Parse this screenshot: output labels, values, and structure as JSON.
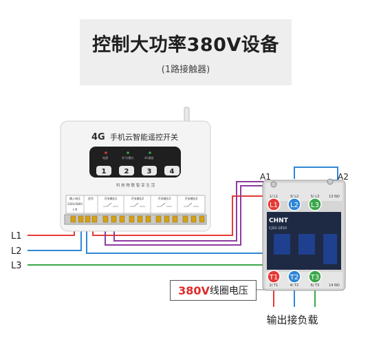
{
  "header": {
    "title": "控制大功率380V设备",
    "subtitle": "(1路接触器)"
  },
  "controller": {
    "brand": "4G",
    "title": "手机云智能遥控开关",
    "indicator_labels": [
      "电源",
      "学习/模式",
      "4G通信"
    ],
    "keys": [
      "1",
      "2",
      "3",
      "4"
    ],
    "footer": "科 技 物 联   智 享 生 活",
    "terminal_labels": [
      "输入电压",
      "信号",
      "开关输出1",
      "开关输出2",
      "开关输出3",
      "开关输出4"
    ],
    "voltage_mark": "220V/380V",
    "ln_mark": "L    N"
  },
  "contactor": {
    "coil_labels": [
      "A1",
      "A2"
    ],
    "brand": "CHNT",
    "model": "CJX2-1810",
    "top_markings": [
      "1/ L1",
      "3/ L2",
      "5/ L3",
      "13 NO"
    ],
    "bottom_markings": [
      "2/ T1",
      "4/ T2",
      "6/ T3",
      "14 NO"
    ],
    "inputs": [
      {
        "label": "L1",
        "color": "#e53935"
      },
      {
        "label": "L2",
        "color": "#2f86d6"
      },
      {
        "label": "L3",
        "color": "#3aa64a"
      }
    ],
    "outputs": [
      {
        "label": "T1",
        "color": "#e53935"
      },
      {
        "label": "T2",
        "color": "#2f86d6"
      },
      {
        "label": "T3",
        "color": "#3aa64a"
      }
    ]
  },
  "lines": [
    "L1",
    "L2",
    "L3"
  ],
  "wire_colors": {
    "l1": "#e53935",
    "l2": "#2f86d6",
    "l3": "#3aa64a",
    "coil": "#8e3a9f"
  },
  "callout": {
    "voltage": "380V",
    "text": "线圈电压"
  },
  "output_label": "输出接负载"
}
